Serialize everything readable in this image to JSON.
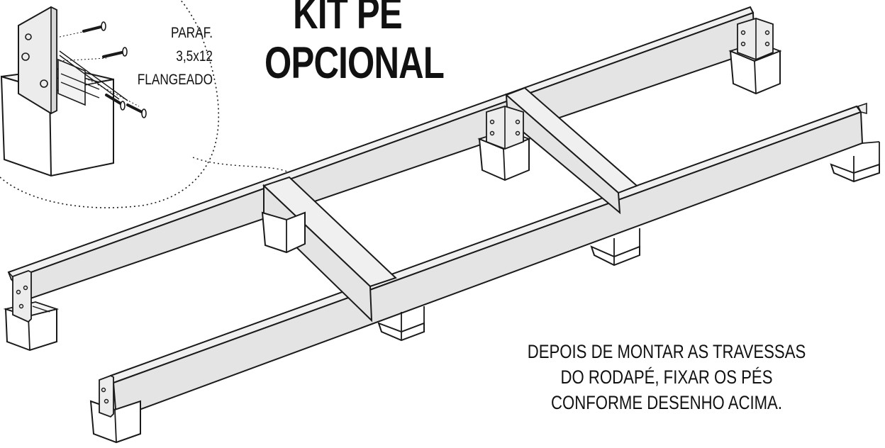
{
  "title": {
    "line1": "KIT PÉ",
    "line2": "OPCIONAL"
  },
  "detail_callout": {
    "line1": "PARAF.",
    "line2": "3,5x12",
    "line3": "FLANGEADO"
  },
  "instruction": {
    "line1": "DEPOIS DE MONTAR AS TRAVESSAS",
    "line2": "DO RODAPÉ, FIXAR OS PÉS",
    "line3": "CONFORME DESENHO ACIMA."
  },
  "colors": {
    "beam_fill": "#e4e4e4",
    "beam_shade": "#cfcfcf",
    "outline": "#1a1a1a",
    "foot_fill": "#ffffff"
  }
}
